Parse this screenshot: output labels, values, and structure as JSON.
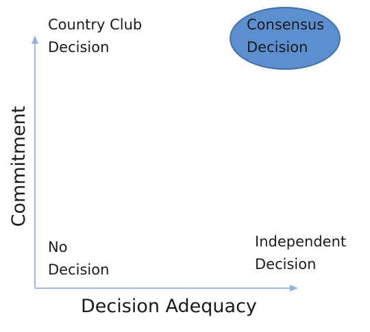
{
  "diagram": {
    "quadrants": {
      "top_left": [
        "Country Club",
        "Decision"
      ],
      "top_right": [
        "Consensus",
        "Decision"
      ],
      "bottom_left": [
        "No",
        "Decision"
      ],
      "bottom_right": [
        "Independent",
        "Decision"
      ]
    },
    "x_axis_title": "Decision Adequacy",
    "y_axis_title": "Commitment",
    "colors": {
      "axis": "#8fb4e3",
      "ellipse_fill": "#5b8fd0",
      "ellipse_border": "#3f6fae"
    }
  }
}
